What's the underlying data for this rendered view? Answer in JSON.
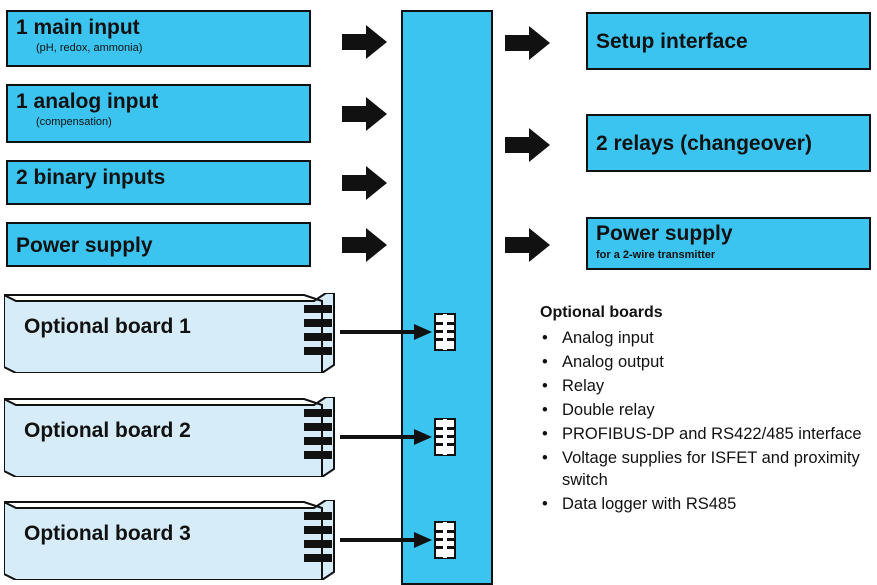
{
  "inputs": [
    {
      "title": "1 main input",
      "sub": "(pH, redox, ammonia)"
    },
    {
      "title": "1 analog input",
      "sub": "(compensation)"
    },
    {
      "title": "2 binary inputs",
      "sub": ""
    },
    {
      "title": "Power supply",
      "sub": ""
    }
  ],
  "outputs": [
    {
      "title": "Setup interface",
      "sub": ""
    },
    {
      "title": "2 relays (changeover)",
      "sub": ""
    },
    {
      "title": "Power supply",
      "sub": "for a 2-wire transmitter"
    }
  ],
  "optional_boards": [
    {
      "label": "Optional board 1"
    },
    {
      "label": "Optional board 2"
    },
    {
      "label": "Optional board 3"
    }
  ],
  "legend": {
    "heading": "Optional boards",
    "bullet": "•",
    "items": [
      "Analog input",
      "Analog output",
      "Relay",
      "Double relay",
      "PROFIBUS-DP and RS422/485 interface",
      "Voltage supplies for ISFET and proximity switch",
      "Data logger with RS485"
    ]
  },
  "colors": {
    "box_fill": "#3cc4f0",
    "board_fill": "#d6ecf8",
    "stroke": "#111111"
  }
}
